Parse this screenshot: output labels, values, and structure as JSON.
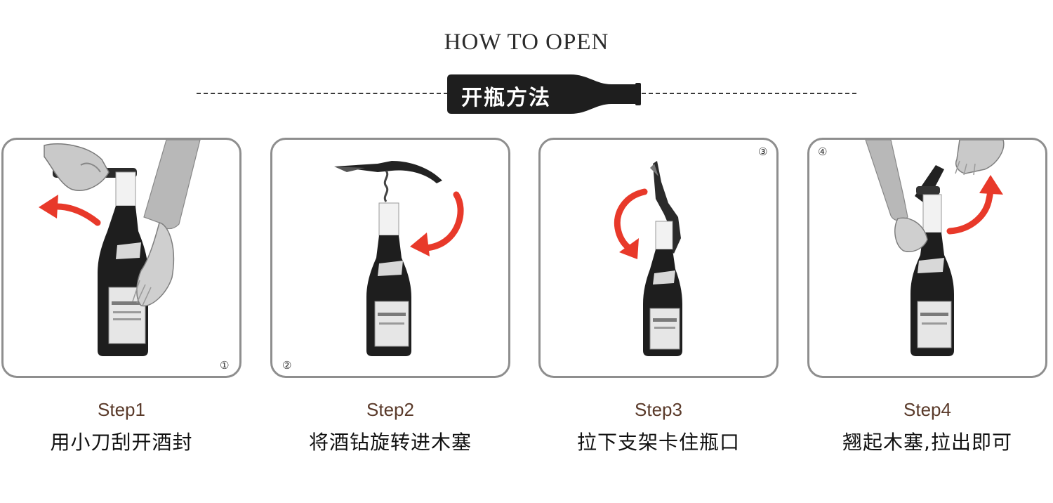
{
  "header": {
    "title_en": "HOW TO OPEN",
    "title_cn": "开瓶方法"
  },
  "colors": {
    "arrow": "#e8392a",
    "bottle": "#1e1e1e",
    "card_border": "#8e8e8e",
    "step_title": "#5a3a2a"
  },
  "steps": [
    {
      "number": "①",
      "title": "Step1",
      "desc": "用小刀刮开酒封",
      "arrow_icon": "counterclockwise-arrow"
    },
    {
      "number": "②",
      "title": "Step2",
      "desc": "将酒钻旋转进木塞",
      "arrow_icon": "clockwise-arrow"
    },
    {
      "number": "③",
      "title": "Step3",
      "desc": "拉下支架卡住瓶口",
      "arrow_icon": "down-curve-arrow"
    },
    {
      "number": "④",
      "title": "Step4",
      "desc": "翘起木塞,拉出即可",
      "arrow_icon": "up-curve-arrow"
    }
  ]
}
